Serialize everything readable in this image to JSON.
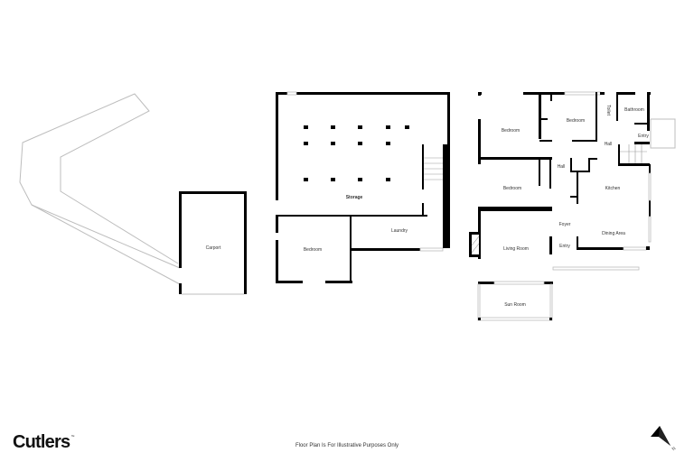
{
  "floorplan": {
    "rooms": {
      "carport": "Carport",
      "storage": "Storage",
      "laundry": "Laundry",
      "bedroom_lower": "Bedroom",
      "bedroom_1": "Bedroom",
      "bedroom_2": "Bedroom",
      "bedroom_3": "Bedroom",
      "toilet": "Toilet",
      "bathroom": "Bathroom",
      "entry_rear": "Entry",
      "hall_1": "Hall",
      "hall_2": "Hall",
      "kitchen": "Kitchen",
      "foyer": "Foyer",
      "living_room": "Living Room",
      "dining_area": "Dining Area",
      "entry_front": "Entry",
      "sun_room": "Sun Room"
    }
  },
  "footer": {
    "brand": "Cutlers",
    "brand_mark": "™",
    "disclaimer": "Floor Plan Is For Illustrative Purposes Only",
    "compass_label": "N"
  },
  "colors": {
    "wall": "#000000",
    "outline": "#bdbdbd",
    "background": "#ffffff"
  }
}
